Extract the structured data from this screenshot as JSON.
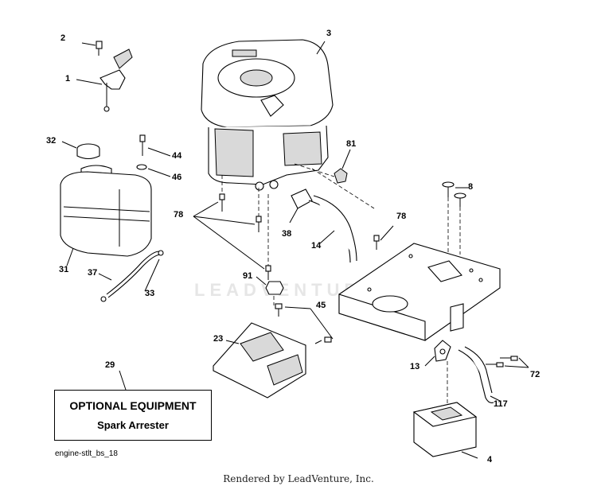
{
  "watermark": "LEADVENTURE",
  "callouts": [
    {
      "id": "c2",
      "label": "2"
    },
    {
      "id": "c1",
      "label": "1"
    },
    {
      "id": "c3",
      "label": "3"
    },
    {
      "id": "c32",
      "label": "32"
    },
    {
      "id": "c44",
      "label": "44"
    },
    {
      "id": "c46",
      "label": "46"
    },
    {
      "id": "c81",
      "label": "81"
    },
    {
      "id": "c8",
      "label": "8"
    },
    {
      "id": "c78a",
      "label": "78"
    },
    {
      "id": "c78b",
      "label": "78"
    },
    {
      "id": "c38",
      "label": "38"
    },
    {
      "id": "c14",
      "label": "14"
    },
    {
      "id": "c31",
      "label": "31"
    },
    {
      "id": "c37",
      "label": "37"
    },
    {
      "id": "c33",
      "label": "33"
    },
    {
      "id": "c91",
      "label": "91"
    },
    {
      "id": "c45",
      "label": "45"
    },
    {
      "id": "c23",
      "label": "23"
    },
    {
      "id": "c29",
      "label": "29"
    },
    {
      "id": "c13",
      "label": "13"
    },
    {
      "id": "c72",
      "label": "72"
    },
    {
      "id": "c117",
      "label": "117"
    },
    {
      "id": "c4",
      "label": "4"
    }
  ],
  "optional_box": {
    "title": "OPTIONAL EQUIPMENT",
    "subtitle": "Spark Arrester"
  },
  "diagram_id": "engine-stlt_bs_18",
  "credit": "Rendered by LeadVenture, Inc."
}
